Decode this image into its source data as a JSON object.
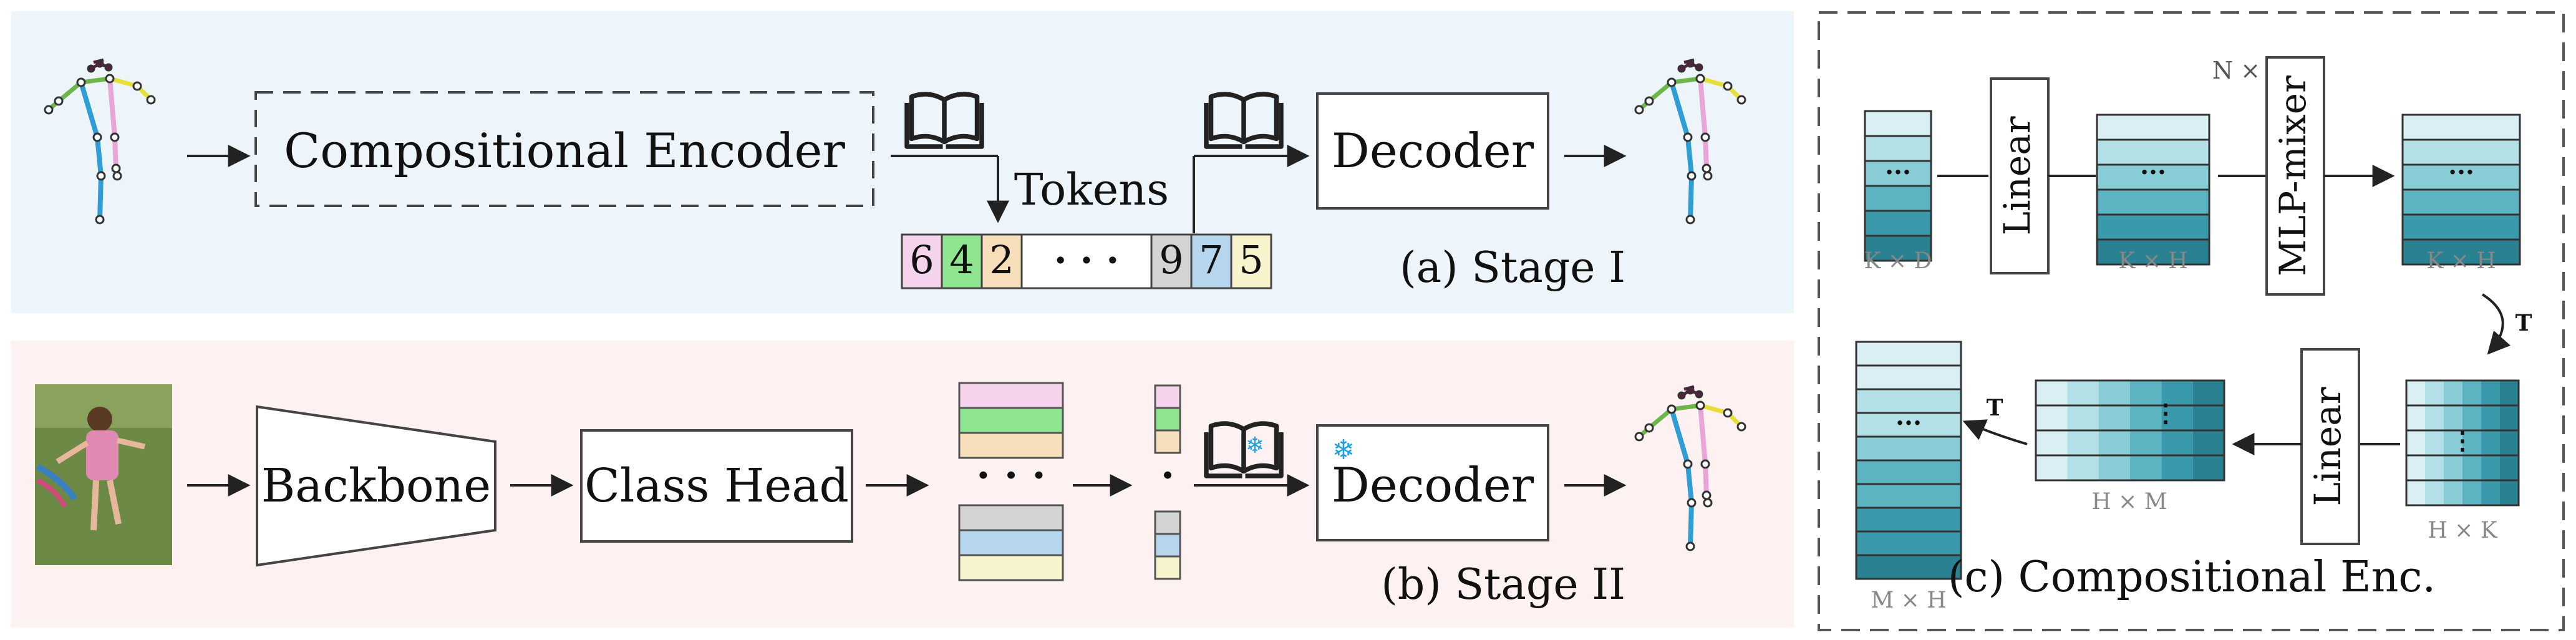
{
  "stage1": {
    "encoder_label": "Compositional Encoder",
    "tokens_label": "Tokens",
    "decoder_label": "Decoder",
    "caption": "(a) Stage I",
    "tokens": [
      "6",
      "4",
      "2",
      "· · ·",
      "9",
      "7",
      "5"
    ],
    "token_colors": [
      "#f6d3ec",
      "#8fe48f",
      "#f6dfba",
      "#ffffff",
      "#d4d4d4",
      "#b6d6ee",
      "#f6f3cd"
    ]
  },
  "stage2": {
    "backbone_label": "Backbone",
    "classhead_label": "Class Head",
    "decoder_label": "Decoder",
    "caption": "(b) Stage II",
    "dots": "· · ·",
    "dot_single": "·"
  },
  "stage3": {
    "linear1": "Linear",
    "mixer": "MLP-mixer",
    "mixer_repeat": "N ×",
    "linear2": "Linear",
    "t1": "T",
    "t2": "T",
    "kd": "K × D",
    "kh1": "K × H",
    "kh2": "K × H",
    "hk": "H × K",
    "hm": "H × M",
    "mh": "M × H",
    "caption": "(c) Compositional Enc.",
    "ellipsis": "···"
  },
  "colors": {
    "stage1_bg": "#edf5fb",
    "stage2_bg": "#fdf2f1",
    "teal_ramp": [
      "#d9eff3",
      "#b3e0e7",
      "#88ccd6",
      "#5cb4c3",
      "#3a9aab",
      "#2a8192"
    ],
    "skeleton_blue": "#2f9ed6",
    "skeleton_green": "#6fb64a",
    "skeleton_yellow": "#e6df3a",
    "skeleton_pink": "#e9a5d8",
    "skeleton_dark": "#5a1e3c"
  }
}
